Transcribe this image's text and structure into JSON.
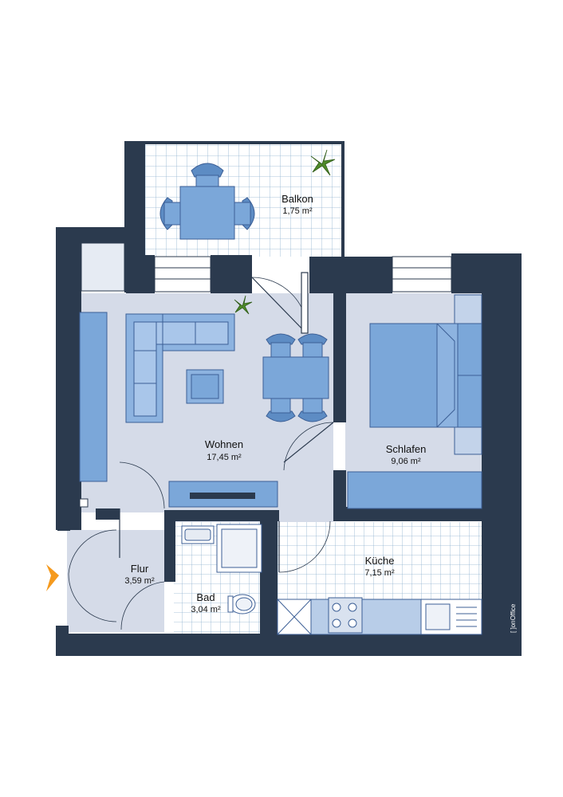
{
  "rooms": [
    {
      "id": "balkon",
      "name": "Balkon",
      "area": "1,75 m²"
    },
    {
      "id": "wohnen",
      "name": "Wohnen",
      "area": "17,45 m²"
    },
    {
      "id": "schlafen",
      "name": "Schlafen",
      "area": "9,06 m²"
    },
    {
      "id": "kueche",
      "name": "Küche",
      "area": "7,15 m²"
    },
    {
      "id": "flur",
      "name": "Flur",
      "area": "3,59 m²"
    },
    {
      "id": "bad",
      "name": "Bad",
      "area": "3,04 m²"
    }
  ],
  "brand": "[ ]onOffice",
  "colors": {
    "wall": "#2b3a4e",
    "floor": "#d5dbe8",
    "tile": "#ffffff",
    "tile_grid": "#8fb2cf",
    "furniture": "#7ba7d9",
    "furniture_dark": "#5d8cc4",
    "entrance_marker": "#f59a1e",
    "plant": "#4f8a2b"
  }
}
